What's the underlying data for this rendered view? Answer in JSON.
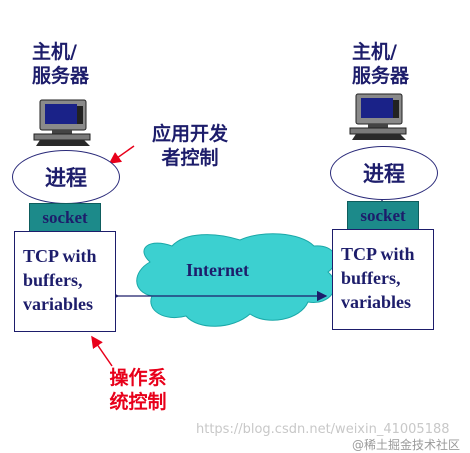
{
  "hosts": {
    "left": {
      "title_line1": "主机/",
      "title_line2": "服务器",
      "process": "进程",
      "socket": "socket",
      "tcp_lines": [
        "TCP with",
        "buffers,",
        "variables"
      ]
    },
    "right": {
      "title_line1": "主机/",
      "title_line2": "服务器",
      "process": "进程",
      "socket": "socket",
      "tcp_lines": [
        "TCP with",
        "buffers,",
        "variables"
      ]
    }
  },
  "annotations": {
    "developer_line1": "应用开发",
    "developer_line2": "者控制",
    "os_line1": "操作系",
    "os_line2": "统控制"
  },
  "network": {
    "label": "Internet"
  },
  "watermarks": {
    "url": "https://blog.csdn.net/weixin_41005188",
    "site": "@稀土掘金技术社区"
  },
  "colors": {
    "text_navy": "#1d1d6b",
    "os_red": "#e8001a",
    "socket_teal": "#1c8a8a",
    "cloud_cyan": "#3cd0d0"
  }
}
